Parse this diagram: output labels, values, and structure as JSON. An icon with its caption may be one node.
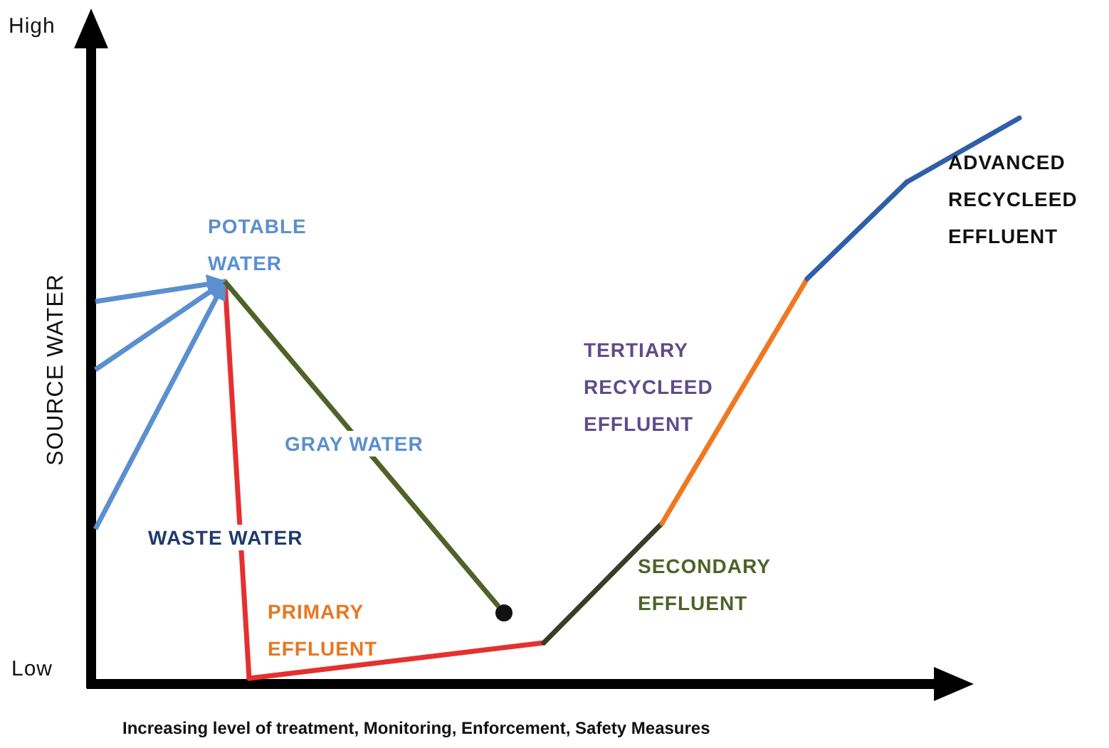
{
  "diagram": {
    "nodes": [
      {
        "text": [
          "POTABLE WATER"
        ]
      },
      {
        "text": [],
        "shape": "circle"
      }
    ],
    "edges": [
      {
        "from": null,
        "to": 0,
        "arrow": "to"
      },
      {
        "from": null,
        "to": 0,
        "arrow": "to"
      },
      {
        "from": null,
        "to": 0,
        "arrow": "to"
      },
      {
        "from": 0,
        "to": 1,
        "arrow": "none",
        "color": "#4f6228"
      }
    ],
    "labels": [
      "High",
      "SOURCE WATER",
      "GRAY WATER",
      "TERTIARY RECYCLEED EFFLUENT",
      "ADVANCED RECYCLEED EFFLUENT",
      "WASTE WATER",
      "SECONDARY EFFLUENT",
      "PRIMARY EFFLUENT",
      "Low",
      "Increasing level of treatment, Monitoring, Enforcement, Safety Measures"
    ]
  }
}
